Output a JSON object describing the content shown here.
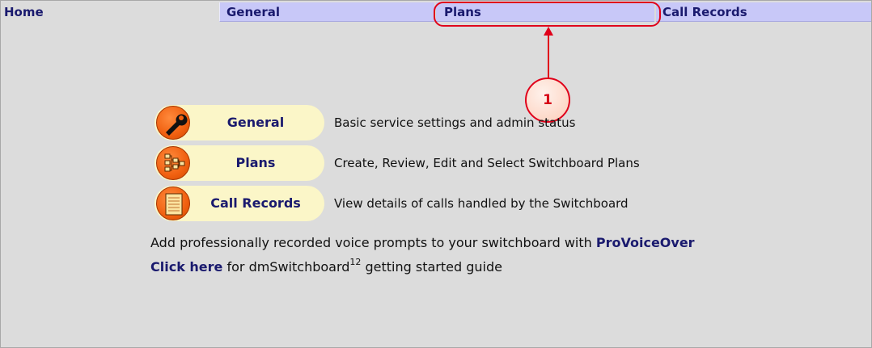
{
  "nav": {
    "home": "Home",
    "tabs": [
      {
        "label": "General"
      },
      {
        "label": "Plans"
      },
      {
        "label": "Call Records"
      }
    ]
  },
  "annotation": {
    "callout_number": "1"
  },
  "menu": [
    {
      "label": "General",
      "description": "Basic service settings and admin status",
      "icon": "wrench-icon"
    },
    {
      "label": "Plans",
      "description": "Create, Review, Edit and Select Switchboard Plans",
      "icon": "flowchart-icon"
    },
    {
      "label": "Call Records",
      "description": "View details of calls handled by the Switchboard",
      "icon": "document-icon"
    }
  ],
  "promo": {
    "text": "Add professionally recorded voice prompts to your switchboard with ",
    "link": "ProVoiceOver"
  },
  "guide": {
    "link": "Click here",
    "text_before_sup": " for dmSwitchboard",
    "sup": "12",
    "text_after_sup": " getting started guide"
  },
  "colors": {
    "tab_bg": "#c8c8f8",
    "nav_text": "#1a1a6e",
    "pill_bg": "#fbf6c8",
    "icon_orange": "#f06010",
    "annotation_red": "#e0001a"
  }
}
